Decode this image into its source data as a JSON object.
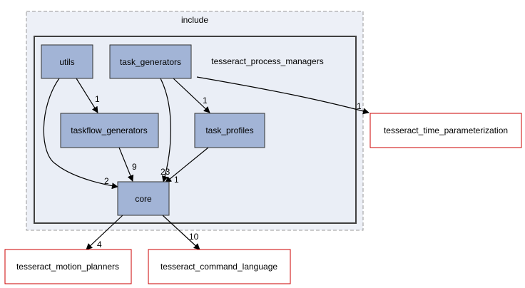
{
  "clusters": {
    "outer": {
      "label": "include"
    },
    "inner": {
      "label": "tesseract_process_managers"
    }
  },
  "nodes": {
    "utils": {
      "label": "utils"
    },
    "task_generators": {
      "label": "task_generators"
    },
    "taskflow_generators": {
      "label": "taskflow_generators"
    },
    "task_profiles": {
      "label": "task_profiles"
    },
    "core": {
      "label": "core"
    },
    "tesseract_time_parameterization": {
      "label": "tesseract_time_parameterization"
    },
    "tesseract_motion_planners": {
      "label": "tesseract_motion_planners"
    },
    "tesseract_command_language": {
      "label": "tesseract_command_language"
    }
  },
  "edges": {
    "utils_to_taskflow_generators": {
      "from": "utils",
      "to": "taskflow_generators",
      "label": "1"
    },
    "utils_to_core": {
      "from": "utils",
      "to": "core",
      "label": "2"
    },
    "task_generators_to_task_profiles": {
      "from": "task_generators",
      "to": "task_profiles",
      "label": "1"
    },
    "task_generators_to_core": {
      "from": "task_generators",
      "to": "core",
      "label": "23"
    },
    "task_generators_to_time_parameterization": {
      "from": "task_generators",
      "to": "tesseract_time_parameterization",
      "label": "1"
    },
    "taskflow_generators_to_core": {
      "from": "taskflow_generators",
      "to": "core",
      "label": "9"
    },
    "task_profiles_to_core": {
      "from": "task_profiles",
      "to": "core",
      "label": "1"
    },
    "core_to_motion_planners": {
      "from": "core",
      "to": "tesseract_motion_planners",
      "label": "4"
    },
    "core_to_command_language": {
      "from": "core",
      "to": "tesseract_command_language",
      "label": "10"
    }
  },
  "colors": {
    "outer_cluster_fill": "#edf0f7",
    "outer_cluster_border": "#999999",
    "inner_cluster_fill": "#eaeef6",
    "inner_cluster_border": "#404040",
    "internal_node_fill": "#a2b4d6",
    "internal_node_border": "#333333",
    "external_node_border": "#cc0000",
    "edge": "#000000"
  }
}
